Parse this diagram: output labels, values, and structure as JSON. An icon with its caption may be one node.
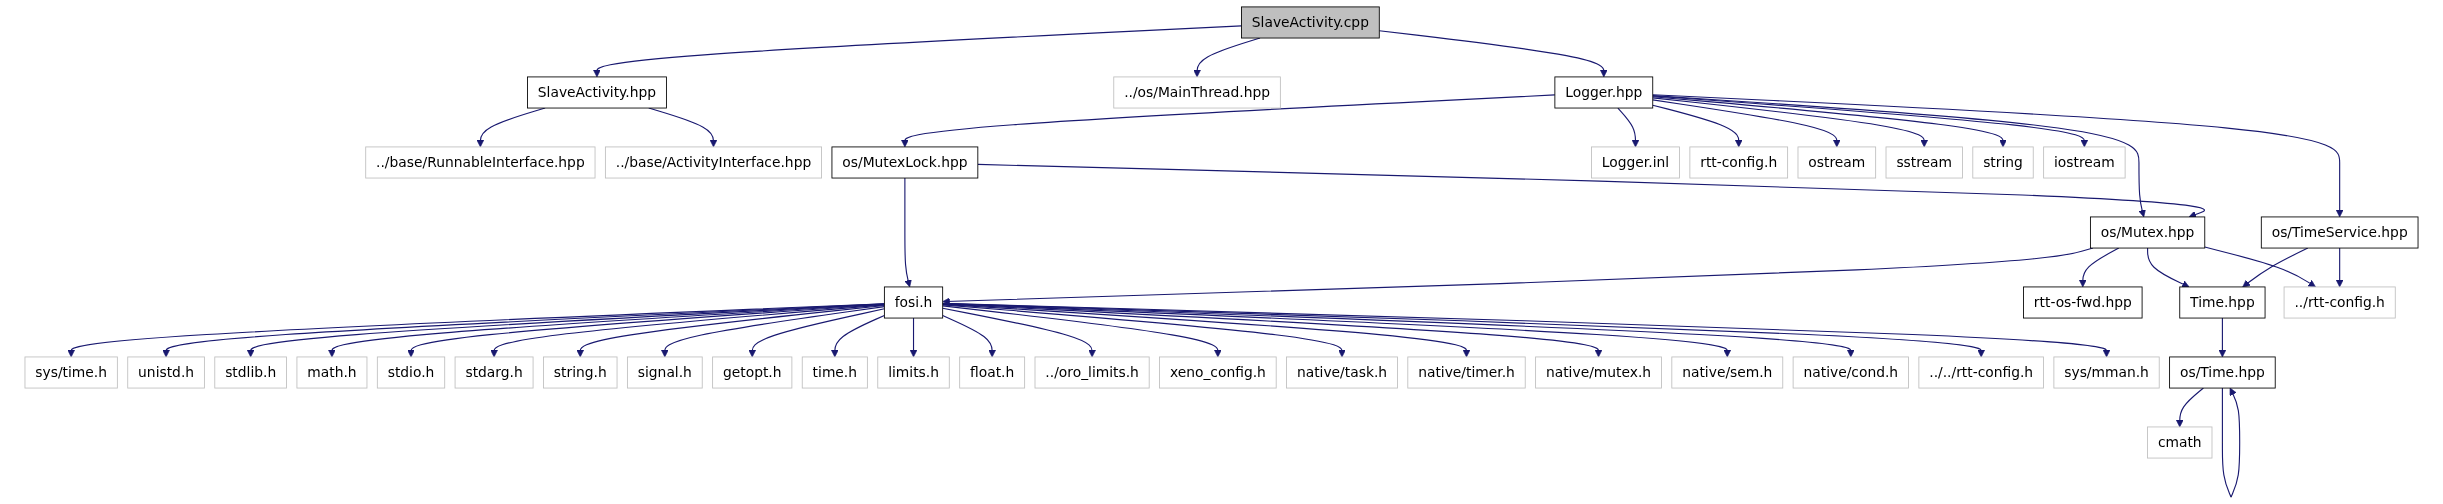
{
  "diagram": {
    "nodes": [
      {
        "text": [
          "SlaveActivity.cpp"
        ]
      },
      {
        "text": [
          "SlaveActivity.hpp"
        ]
      },
      {
        "text": [
          "../os/MainThread.hpp"
        ]
      },
      {
        "text": [
          "Logger.hpp"
        ]
      },
      {
        "text": [
          "../base/RunnableInterface.hpp"
        ]
      },
      {
        "text": [
          "../base/ActivityInterface.hpp"
        ]
      },
      {
        "text": [
          "os/MutexLock.hpp"
        ]
      },
      {
        "text": [
          "Logger.inl"
        ]
      },
      {
        "text": [
          "rtt-config.h"
        ]
      },
      {
        "text": [
          "ostream"
        ]
      },
      {
        "text": [
          "sstream"
        ]
      },
      {
        "text": [
          "string"
        ]
      },
      {
        "text": [
          "iostream"
        ]
      },
      {
        "text": [
          "os/Mutex.hpp"
        ]
      },
      {
        "text": [
          "os/TimeService.hpp"
        ]
      },
      {
        "text": [
          "fosi.h"
        ]
      },
      {
        "text": [
          "rtt-os-fwd.hpp"
        ]
      },
      {
        "text": [
          "Time.hpp"
        ]
      },
      {
        "text": [
          "../rtt-config.h"
        ]
      },
      {
        "text": [
          "sys/time.h"
        ]
      },
      {
        "text": [
          "unistd.h"
        ]
      },
      {
        "text": [
          "stdlib.h"
        ]
      },
      {
        "text": [
          "math.h"
        ]
      },
      {
        "text": [
          "stdio.h"
        ]
      },
      {
        "text": [
          "stdarg.h"
        ]
      },
      {
        "text": [
          "string.h"
        ]
      },
      {
        "text": [
          "signal.h"
        ]
      },
      {
        "text": [
          "getopt.h"
        ]
      },
      {
        "text": [
          "time.h"
        ]
      },
      {
        "text": [
          "limits.h"
        ]
      },
      {
        "text": [
          "float.h"
        ]
      },
      {
        "text": [
          "../oro_limits.h"
        ]
      },
      {
        "text": [
          "xeno_config.h"
        ]
      },
      {
        "text": [
          "native/task.h"
        ]
      },
      {
        "text": [
          "native/timer.h"
        ]
      },
      {
        "text": [
          "native/mutex.h"
        ]
      },
      {
        "text": [
          "native/sem.h"
        ]
      },
      {
        "text": [
          "native/cond.h"
        ]
      },
      {
        "text": [
          "../../rtt-config.h"
        ]
      },
      {
        "text": [
          "sys/mman.h"
        ]
      },
      {
        "text": [
          "os/Time.hpp"
        ]
      },
      {
        "text": [
          "cmath"
        ]
      }
    ],
    "edges": [
      {
        "from": 0,
        "to": 1,
        "arrow": "to"
      },
      {
        "from": 0,
        "to": 2,
        "arrow": "to"
      },
      {
        "from": 0,
        "to": 3,
        "arrow": "to"
      },
      {
        "from": 1,
        "to": 4,
        "arrow": "to"
      },
      {
        "from": 1,
        "to": 5,
        "arrow": "to"
      },
      {
        "from": 3,
        "to": 6,
        "arrow": "to"
      },
      {
        "from": 3,
        "to": 13,
        "arrow": "to"
      },
      {
        "from": 3,
        "to": 7,
        "arrow": "to"
      },
      {
        "from": 3,
        "to": 8,
        "arrow": "to"
      },
      {
        "from": 3,
        "to": 9,
        "arrow": "to"
      },
      {
        "from": 3,
        "to": 10,
        "arrow": "to"
      },
      {
        "from": 3,
        "to": 11,
        "arrow": "to"
      },
      {
        "from": 3,
        "to": 12,
        "arrow": "to"
      },
      {
        "from": 3,
        "to": 14,
        "arrow": "to"
      },
      {
        "from": 6,
        "to": 13,
        "arrow": "to"
      },
      {
        "from": 6,
        "to": 15,
        "arrow": "to"
      },
      {
        "from": 13,
        "to": 15,
        "arrow": "to"
      },
      {
        "from": 13,
        "to": 16,
        "arrow": "to"
      },
      {
        "from": 13,
        "to": 17,
        "arrow": "to"
      },
      {
        "from": 13,
        "to": 18,
        "arrow": "to"
      },
      {
        "from": 14,
        "to": 17,
        "arrow": "to"
      },
      {
        "from": 14,
        "to": 18,
        "arrow": "to"
      },
      {
        "from": 15,
        "to": 19,
        "arrow": "to"
      },
      {
        "from": 15,
        "to": 20,
        "arrow": "to"
      },
      {
        "from": 15,
        "to": 21,
        "arrow": "to"
      },
      {
        "from": 15,
        "to": 22,
        "arrow": "to"
      },
      {
        "from": 15,
        "to": 23,
        "arrow": "to"
      },
      {
        "from": 15,
        "to": 24,
        "arrow": "to"
      },
      {
        "from": 15,
        "to": 25,
        "arrow": "to"
      },
      {
        "from": 15,
        "to": 26,
        "arrow": "to"
      },
      {
        "from": 15,
        "to": 27,
        "arrow": "to"
      },
      {
        "from": 15,
        "to": 28,
        "arrow": "to"
      },
      {
        "from": 15,
        "to": 29,
        "arrow": "to"
      },
      {
        "from": 15,
        "to": 30,
        "arrow": "to"
      },
      {
        "from": 15,
        "to": 31,
        "arrow": "to"
      },
      {
        "from": 15,
        "to": 32,
        "arrow": "to"
      },
      {
        "from": 15,
        "to": 33,
        "arrow": "to"
      },
      {
        "from": 15,
        "to": 34,
        "arrow": "to"
      },
      {
        "from": 15,
        "to": 35,
        "arrow": "to"
      },
      {
        "from": 15,
        "to": 36,
        "arrow": "to"
      },
      {
        "from": 15,
        "to": 37,
        "arrow": "to"
      },
      {
        "from": 15,
        "to": 38,
        "arrow": "to"
      },
      {
        "from": 15,
        "to": 39,
        "arrow": "to"
      },
      {
        "from": 17,
        "to": 40,
        "arrow": "to"
      },
      {
        "from": 40,
        "to": 40,
        "arrow": "to"
      },
      {
        "from": 40,
        "to": 41,
        "arrow": "to"
      }
    ]
  }
}
